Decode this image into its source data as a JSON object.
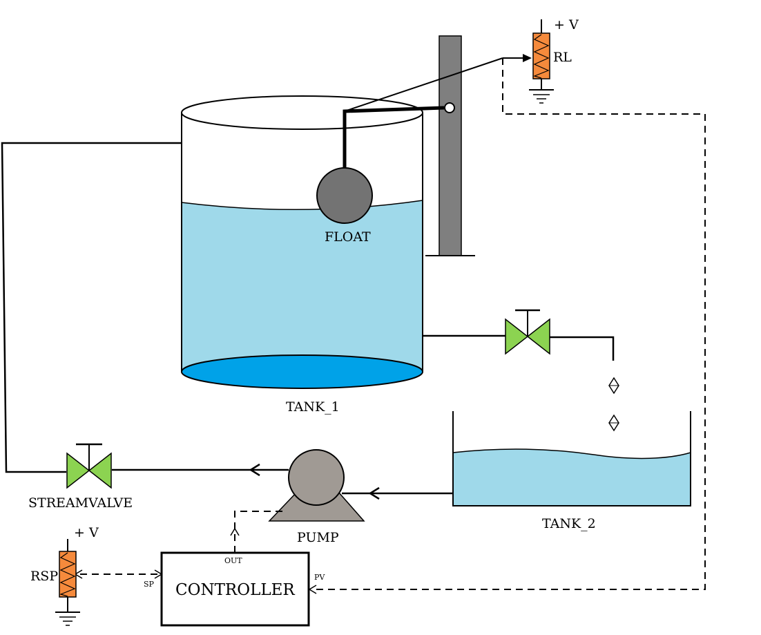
{
  "labels": {
    "float": "FLOAT",
    "tank1": "TANK_1",
    "tank2": "TANK_2",
    "stream_valve": "STREAMVALVE",
    "pump": "PUMP",
    "controller": "CONTROLLER",
    "out": "OUT",
    "sp": "SP",
    "pv": "PV",
    "rl": "RL",
    "rsp": "RSP",
    "v_top": "+ V",
    "v_bottom": "+ V"
  },
  "colors": {
    "water": "#9fd9ea",
    "tank_bottom": "#00a2e8",
    "float_fill": "#737373",
    "pump_fill": "#a09a94",
    "valve_green": "#8cd351",
    "resistor_orange": "#f58a3c",
    "guide_post": "#7f7f7f"
  },
  "icons": {
    "valve": "gate-valve-icon",
    "pump": "pump-icon",
    "resistor": "potentiometer-icon",
    "ground": "ground-icon"
  }
}
